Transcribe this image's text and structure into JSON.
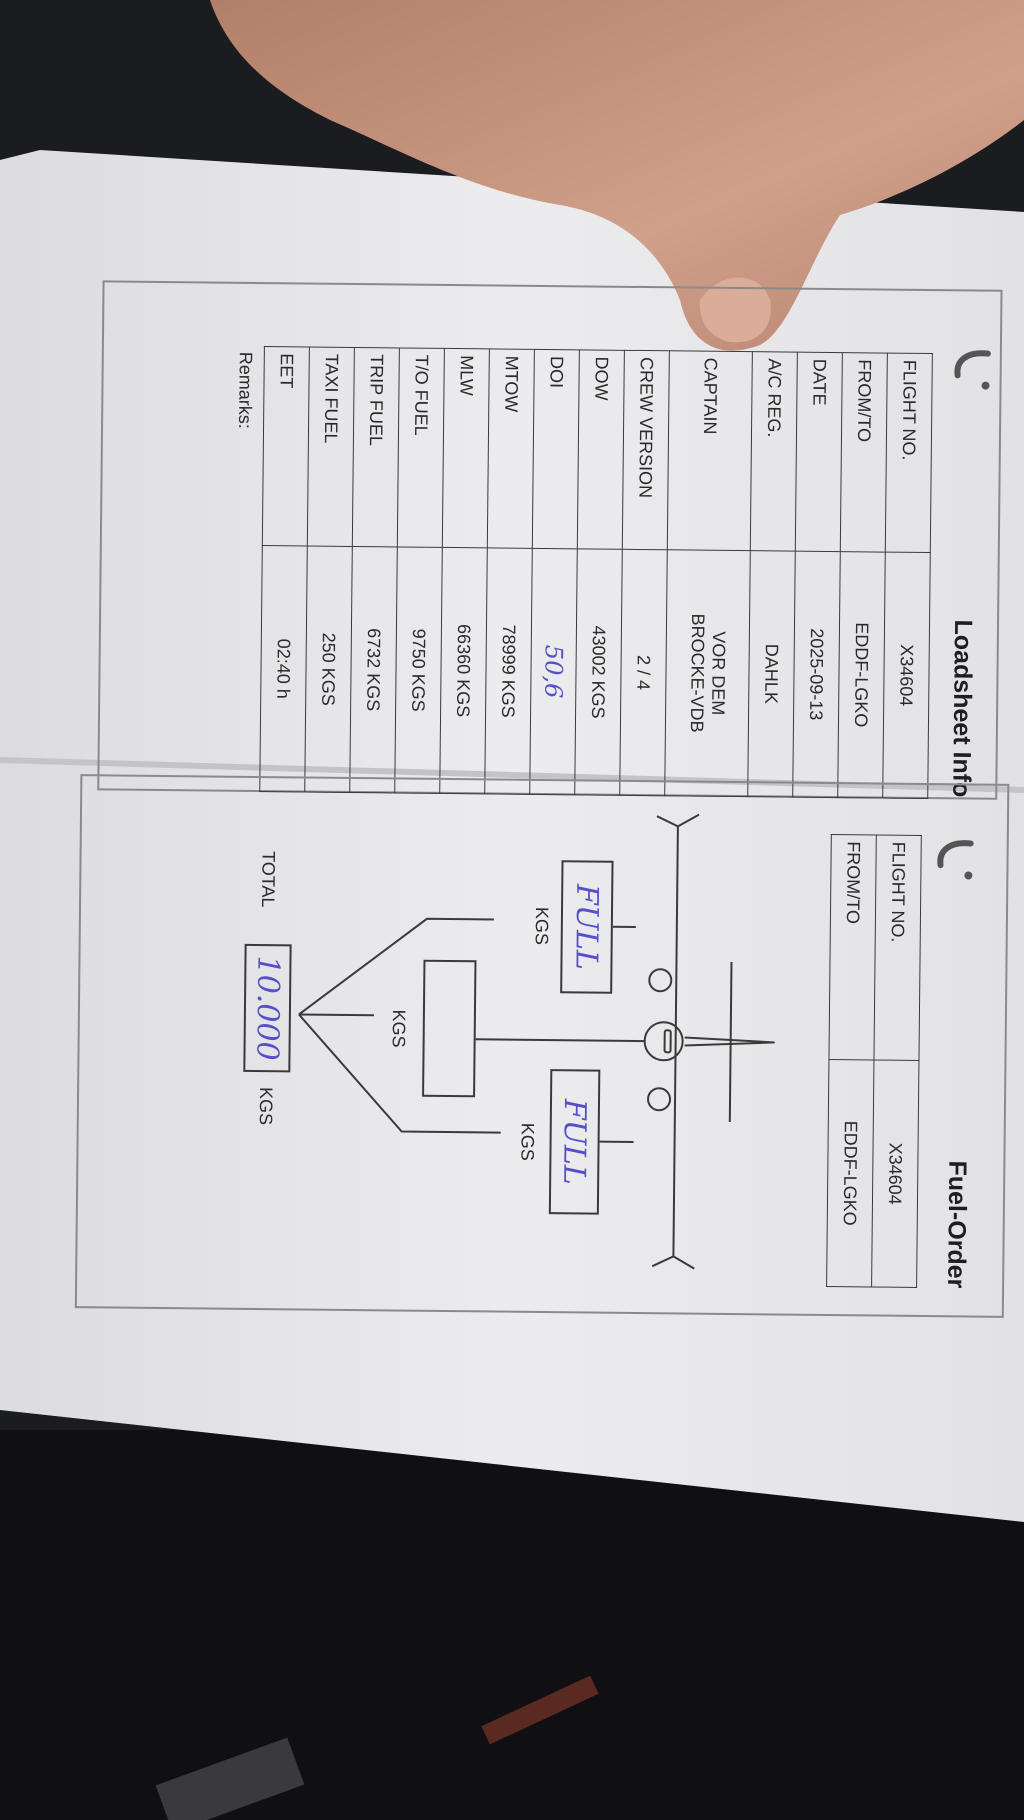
{
  "loadsheet": {
    "title": "Loadsheet Info",
    "rows": [
      {
        "label": "FLIGHT NO.",
        "value": "X34604"
      },
      {
        "label": "FROM/TO",
        "value": "EDDF-LGKO"
      },
      {
        "label": "DATE",
        "value": "2025-09-13"
      },
      {
        "label": "A/C REG.",
        "value": "DAHLK"
      },
      {
        "label": "CAPTAIN",
        "value": "VOR DEM",
        "value2": "BROCKE-VDB"
      },
      {
        "label": "CREW VERSION",
        "value": "2 / 4"
      },
      {
        "label": "DOW",
        "value": "43002 KGS"
      },
      {
        "label": "DOI",
        "value": "50,6"
      },
      {
        "label": "MTOW",
        "value": "78999 KGS"
      },
      {
        "label": "MLW",
        "value": "66360 KGS"
      },
      {
        "label": "T/O FUEL",
        "value": "9750 KGS"
      },
      {
        "label": "TRIP FUEL",
        "value": "6732 KGS"
      },
      {
        "label": "TAXI FUEL",
        "value": "250 KGS"
      },
      {
        "label": "EET",
        "value": "02:40 h"
      }
    ],
    "remarks_label": "Remarks:"
  },
  "fuel_order": {
    "title": "Fuel-Order",
    "rows": [
      {
        "label": "FLIGHT NO.",
        "value": "X34604"
      },
      {
        "label": "FROM/TO",
        "value": "EDDF-LGKO"
      }
    ],
    "left_wing_value": "FULL",
    "right_wing_value": "FULL",
    "center_value": "",
    "unit": "KGS",
    "total_label": "TOTAL",
    "total_value": "10.000"
  },
  "colors": {
    "ink": "#2a2a2a",
    "handwriting": "#5550c8",
    "paper": "#e8e8ea",
    "skin": "#c4957c"
  }
}
